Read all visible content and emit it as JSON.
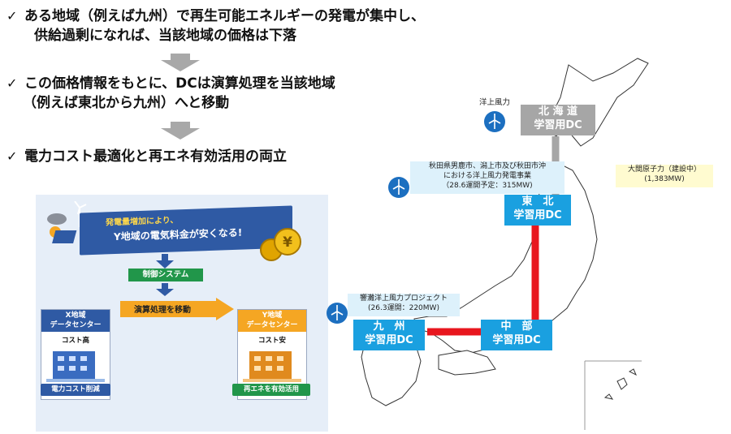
{
  "bullets": [
    {
      "check": "✓",
      "lines": [
        "ある地域（例えば九州）で再生可能エネルギーの発電が集中し、",
        "供給過剰になれば、当該地域の価格は下落"
      ]
    },
    {
      "check": "✓",
      "lines": [
        "この価格情報をもとに、DCは演算処理を当該地域",
        "（例えば東北から九州）へと移動"
      ]
    },
    {
      "check": "✓",
      "lines": [
        "電力コスト最適化と再エネ有効活用の両立"
      ]
    }
  ],
  "panel": {
    "banner_line1": "発電量増加により、",
    "banner_line2": "Y地域の電気料金が安くなる!",
    "yen_symbol": "¥",
    "control_label": "制御システム",
    "move_label": "演算処理を移動",
    "x_dc": {
      "head1": "X地域",
      "head2": "データセンター",
      "cost": "コスト高",
      "footer": "電力コスト削減"
    },
    "y_dc": {
      "head1": "Y地域",
      "head2": "データセンター",
      "cost": "コスト安",
      "footer": "再エネを有効活用"
    }
  },
  "map": {
    "hokkaido": {
      "line1": "北 海 道",
      "line2": "学習用DC"
    },
    "tohoku": {
      "line1": "東　北",
      "line2": "学習用DC"
    },
    "chubu": {
      "line1": "中　部",
      "line2": "学習用DC"
    },
    "kyushu": {
      "line1": "九　州",
      "line2": "学習用DC"
    },
    "offshore_label": "洋上風力",
    "akita_callout": [
      "秋田県男鹿市、潟上市及び秋田市沖",
      "における洋上風力発電事業",
      "（28.6運開予定：315MW)"
    ],
    "oma_callout": [
      "大間原子力（建設中）",
      "(1,383MW)"
    ],
    "hibiki_callout": [
      "響灘洋上風力プロジェクト",
      "(26.3運開：220MW)"
    ]
  },
  "colors": {
    "gray_box": "#a6a6a6",
    "blue_box": "#1aa0e0",
    "red_link": "#e8161e",
    "callout_bg": "#ddf1fb",
    "oma_bg": "#fffbd0"
  }
}
